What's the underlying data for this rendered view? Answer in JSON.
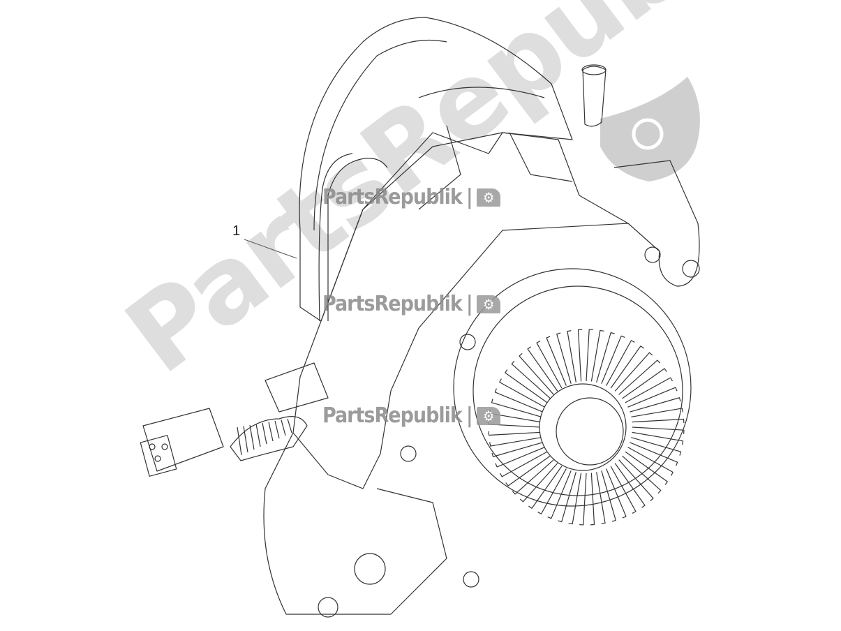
{
  "diagram": {
    "callouts": [
      {
        "label": "1"
      }
    ],
    "watermark": {
      "text": "PartsRepublik",
      "large_text": "PartsRepublik",
      "icon": "gear-flag-icon",
      "color": "#8a8a8a"
    },
    "line_color": "#333333"
  }
}
